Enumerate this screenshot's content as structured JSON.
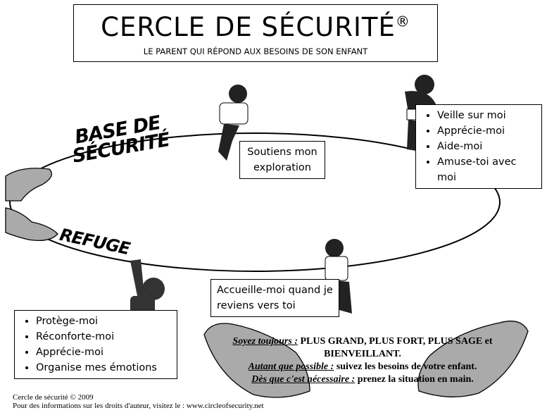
{
  "header": {
    "title": "CERCLE DE SÉCURITÉ",
    "registered": "®",
    "subtitle": "LE PARENT QUI RÉPOND AUX BESOINS DE SON ENFANT"
  },
  "labels": {
    "base_line1": "BASE DE",
    "base_line2": "SÉCURITÉ",
    "refuge": "REFUGE"
  },
  "exploration_box": {
    "line1": "Soutiens mon",
    "line2": "exploration"
  },
  "top_right_box": {
    "items": [
      "Veille sur moi",
      "Apprécie-moi",
      "Aide-moi",
      "Amuse-toi avec moi"
    ]
  },
  "return_box": {
    "line1": "Accueille-moi quand je",
    "line2": "reviens vers toi"
  },
  "bottom_left_box": {
    "items": [
      "Protège-moi",
      "Réconforte-moi",
      "Apprécie-moi",
      "Organise mes émotions"
    ]
  },
  "advice": {
    "k1": "Soyez toujours :",
    "t1": "PLUS GRAND, PLUS FORT, PLUS SAGE et BIENVEILLANT.",
    "k2": "Autant que possible :",
    "t2": "suivez les besoins de votre enfant.",
    "k3": "Dès que c'est nécessaire :",
    "t3": "prenez la situation en main."
  },
  "footer": {
    "line1": "Cercle de sécurité © 2009",
    "line2": "Pour des informations sur les droits d'auteur, visitez le : www.circleofsecurity.net"
  }
}
